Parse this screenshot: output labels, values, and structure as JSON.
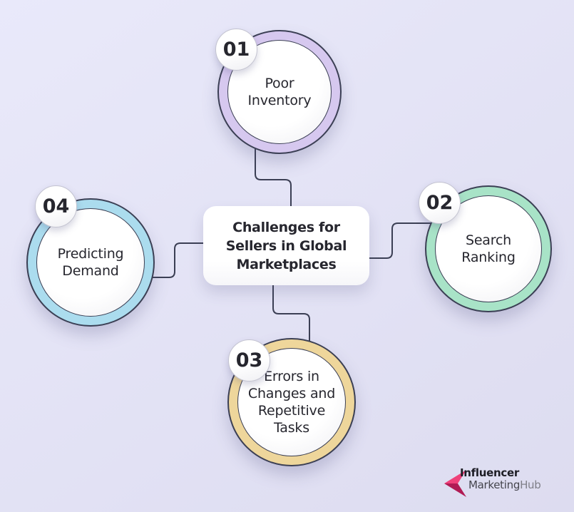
{
  "title": "Challenges for Sellers in Global Marketplaces",
  "center": {
    "lines": [
      "Challenges for",
      "Sellers in Global",
      "Marketplaces"
    ]
  },
  "items": [
    {
      "number": "01",
      "label": "Poor Inventory",
      "lines": [
        "Poor",
        "Inventory"
      ],
      "ring_color": "#d6c8ef",
      "position": "top"
    },
    {
      "number": "02",
      "label": "Search Ranking",
      "lines": [
        "Search",
        "Ranking"
      ],
      "ring_color": "#a8e3c7",
      "position": "right"
    },
    {
      "number": "03",
      "label": "Errors in Changes and Repetitive Tasks",
      "lines": [
        "Errors in",
        "Changes and",
        "Repetitive",
        "Tasks"
      ],
      "ring_color": "#eed69b",
      "position": "bottom"
    },
    {
      "number": "04",
      "label": "Predicting Demand",
      "lines": [
        "Predicting",
        "Demand"
      ],
      "ring_color": "#abdcee",
      "position": "left"
    }
  ],
  "colors": {
    "connector": "#3b3f54",
    "outline": "#3b3f54",
    "text": "#26262e"
  },
  "logo": {
    "line1": "Influencer",
    "line2_a": "Marketing",
    "line2_b": "Hub",
    "line2_a_color": "#45454d",
    "line2_b_color": "#7f7f88",
    "icon": "left-arrow-ribbon-icon",
    "icon_light": "#ef417a",
    "icon_dark": "#b01b54"
  }
}
